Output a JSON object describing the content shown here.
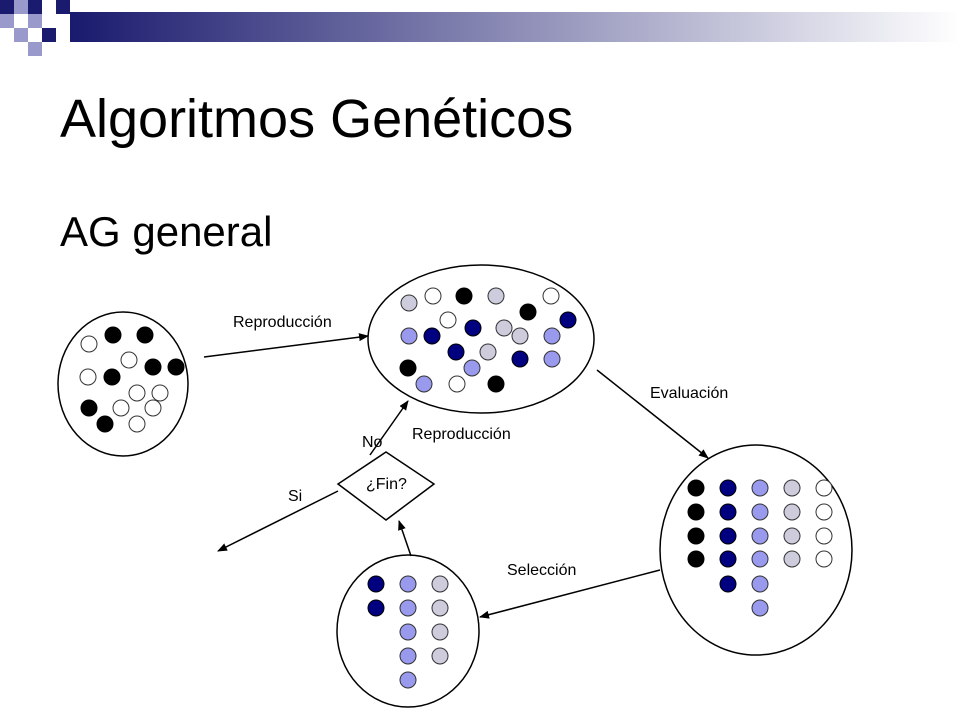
{
  "slide": {
    "title": "Algoritmos Genéticos",
    "subtitle": "AG general"
  },
  "colors": {
    "black": "#000000",
    "dark_blue": "#000080",
    "light_blue": "#9999ee",
    "pale_gray": "#ccccdd",
    "white": "#ffffff",
    "header_gradient_start": "#1a1a6e",
    "header_gradient_end": "#ffffff"
  },
  "diagram": {
    "labels": {
      "reproduccion_top": "Reproducción",
      "evaluacion": "Evaluación",
      "seleccion": "Selección",
      "reproduccion_loop": "Reproducción",
      "no": "No",
      "si": "Si",
      "fin": "¿Fin?"
    },
    "populations": {
      "initial": [
        "black",
        "black",
        "white",
        "white",
        "black",
        "black",
        "white",
        "black",
        "white",
        "white",
        "black",
        "white",
        "white",
        "black",
        "white"
      ],
      "reproduced": [
        "pale_gray",
        "white",
        "black",
        "pale_gray",
        "white",
        "white",
        "black",
        "dark_blue",
        "light_blue",
        "dark_blue",
        "dark_blue",
        "pale_gray",
        "light_blue",
        "dark_blue",
        "light_blue",
        "pale_gray",
        "dark_blue",
        "light_blue",
        "black",
        "pale_gray",
        "light_blue",
        "white",
        "black"
      ],
      "evaluated": [
        "black",
        "dark_blue",
        "light_blue",
        "pale_gray",
        "white",
        "black",
        "dark_blue",
        "light_blue",
        "pale_gray",
        "white",
        "black",
        "dark_blue",
        "light_blue",
        "pale_gray",
        "white",
        "black",
        "dark_blue",
        "light_blue",
        "pale_gray",
        "white",
        "dark_blue",
        "light_blue",
        "light_blue"
      ],
      "selected": [
        "dark_blue",
        "light_blue",
        "pale_gray",
        "dark_blue",
        "light_blue",
        "pale_gray",
        "light_blue",
        "pale_gray",
        "light_blue",
        "pale_gray",
        "light_blue"
      ]
    }
  }
}
